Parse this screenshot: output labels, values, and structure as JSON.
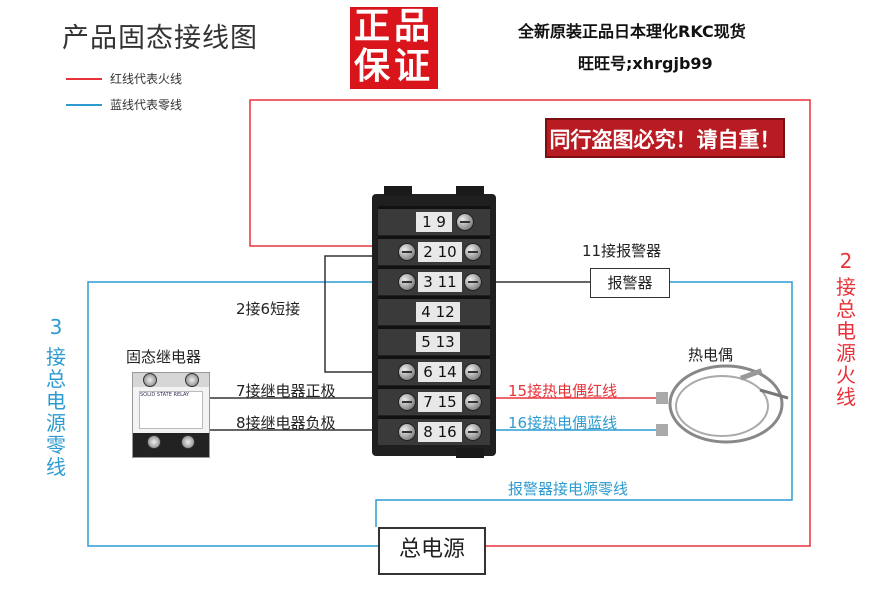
{
  "title": "产品固态接线图",
  "badge": {
    "line1": "正品",
    "line2": "保证"
  },
  "header": {
    "line1": "全新原装正品日本理化RKC现货",
    "line2": "旺旺号;xhrgjb99"
  },
  "legend": [
    {
      "text": "红线代表火线",
      "color": "#e8323a"
    },
    {
      "text": "蓝线代表零线",
      "color": "#2d9bd0"
    }
  ],
  "warning": "同行盗图必究！请自重！",
  "terminals": {
    "rows": [
      {
        "left": "1",
        "right": "9"
      },
      {
        "left": "2",
        "right": "10"
      },
      {
        "left": "3",
        "right": "11"
      },
      {
        "left": "4",
        "right": "12"
      },
      {
        "left": "5",
        "right": "13"
      },
      {
        "left": "6",
        "right": "14"
      },
      {
        "left": "7",
        "right": "15"
      },
      {
        "left": "8",
        "right": "16"
      }
    ]
  },
  "labels": {
    "alarm_conn": "11接报警器",
    "alarm_box": "报警器",
    "short": "2接6短接",
    "ssr_title": "固态继电器",
    "ssr_pos": "7接继电器正极",
    "ssr_neg": "8接继电器负极",
    "tc_title": "热电偶",
    "tc_red": "15接热电偶红线",
    "tc_blue": "16接热电偶蓝线",
    "alarm_neutral": "报警器接电源零线",
    "power": "总电源",
    "left_vertical": "3接总电源零线",
    "right_vertical": "2接总电源火线",
    "left_num": "3",
    "right_num": "2",
    "ssr_face": "SOLID STATE RELAY"
  },
  "colors": {
    "red": "#e8323a",
    "blue": "#2d9bd0",
    "badge": "#d9141b",
    "warning": "#b81c22"
  }
}
